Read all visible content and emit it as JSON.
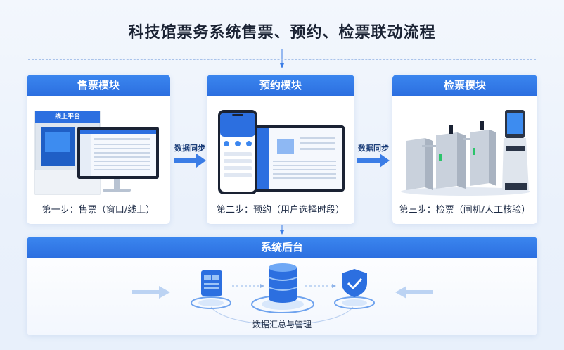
{
  "title": "科技馆票务系统售票、预约、检票联动流程",
  "modules": [
    {
      "name": "售票模块",
      "step": "第一步：售票（窗口/线上）",
      "kiosk_label": "线上平台"
    },
    {
      "name": "预约模块",
      "step": "第二步：预约（用户选择时段）"
    },
    {
      "name": "检票模块",
      "step": "第三步：检票（闸机/人工核验）"
    }
  ],
  "sync_labels": [
    "数据同步",
    "数据同步"
  ],
  "backend": {
    "title": "系统后台",
    "caption": "数据汇总与管理"
  },
  "colors": {
    "primary": "#2c6fe0",
    "accent": "#3b86ef",
    "light": "#e8f0fb"
  },
  "icons": [
    "document-icon",
    "database-icon",
    "shield-check-icon"
  ]
}
